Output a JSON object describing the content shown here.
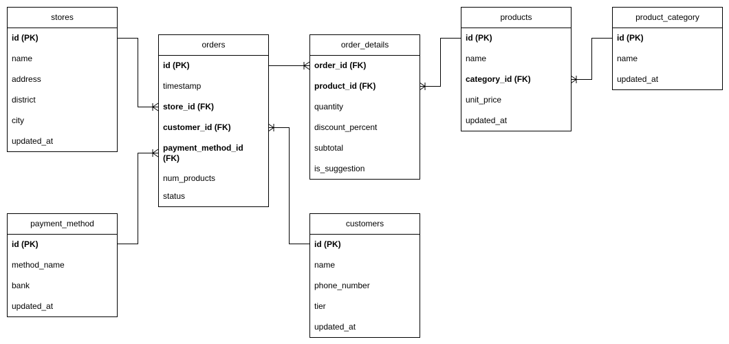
{
  "tables": {
    "stores": {
      "title": "stores",
      "fields": [
        {
          "label": "id (PK)",
          "bold": true
        },
        {
          "label": "name",
          "bold": false
        },
        {
          "label": "address",
          "bold": false
        },
        {
          "label": "district",
          "bold": false
        },
        {
          "label": "city",
          "bold": false
        },
        {
          "label": "updated_at",
          "bold": false
        }
      ]
    },
    "orders": {
      "title": "orders",
      "fields": [
        {
          "label": "id (PK)",
          "bold": true
        },
        {
          "label": "timestamp",
          "bold": false
        },
        {
          "label": "store_id (FK)",
          "bold": true
        },
        {
          "label": "customer_id (FK)",
          "bold": true
        },
        {
          "label": "payment_method_id (FK)",
          "bold": true
        },
        {
          "label": "num_products",
          "bold": false
        },
        {
          "label": "status",
          "bold": false
        }
      ]
    },
    "order_details": {
      "title": "order_details",
      "fields": [
        {
          "label": "order_id (FK)",
          "bold": true
        },
        {
          "label": "product_id (FK)",
          "bold": true
        },
        {
          "label": "quantity",
          "bold": false
        },
        {
          "label": "discount_percent",
          "bold": false
        },
        {
          "label": "subtotal",
          "bold": false
        },
        {
          "label": "is_suggestion",
          "bold": false
        }
      ]
    },
    "products": {
      "title": "products",
      "fields": [
        {
          "label": "id (PK)",
          "bold": true
        },
        {
          "label": "name",
          "bold": false
        },
        {
          "label": "category_id (FK)",
          "bold": true
        },
        {
          "label": "unit_price",
          "bold": false
        },
        {
          "label": "updated_at",
          "bold": false
        }
      ]
    },
    "product_category": {
      "title": "product_category",
      "fields": [
        {
          "label": "id (PK)",
          "bold": true
        },
        {
          "label": "name",
          "bold": false
        },
        {
          "label": "updated_at",
          "bold": false
        }
      ]
    },
    "payment_method": {
      "title": "payment_method",
      "fields": [
        {
          "label": "id (PK)",
          "bold": true
        },
        {
          "label": "method_name",
          "bold": false
        },
        {
          "label": "bank",
          "bold": false
        },
        {
          "label": "updated_at",
          "bold": false
        }
      ]
    },
    "customers": {
      "title": "customers",
      "fields": [
        {
          "label": "id (PK)",
          "bold": true
        },
        {
          "label": "name",
          "bold": false
        },
        {
          "label": "phone_number",
          "bold": false
        },
        {
          "label": "tier",
          "bold": false
        },
        {
          "label": "updated_at",
          "bold": false
        }
      ]
    }
  },
  "relationships": [
    {
      "from": "stores.id (PK)",
      "to": "orders.store_id (FK)",
      "cardinality": "one-to-many"
    },
    {
      "from": "payment_method.id (PK)",
      "to": "orders.payment_method_id (FK)",
      "cardinality": "one-to-many"
    },
    {
      "from": "orders.id (PK)",
      "to": "order_details.order_id (FK)",
      "cardinality": "one-to-many"
    },
    {
      "from": "customers.id (PK)",
      "to": "orders.customer_id (FK)",
      "cardinality": "one-to-many"
    },
    {
      "from": "products.id (PK)",
      "to": "order_details.product_id (FK)",
      "cardinality": "one-to-many"
    },
    {
      "from": "product_category.id (PK)",
      "to": "products.category_id (FK)",
      "cardinality": "one-to-many"
    }
  ]
}
